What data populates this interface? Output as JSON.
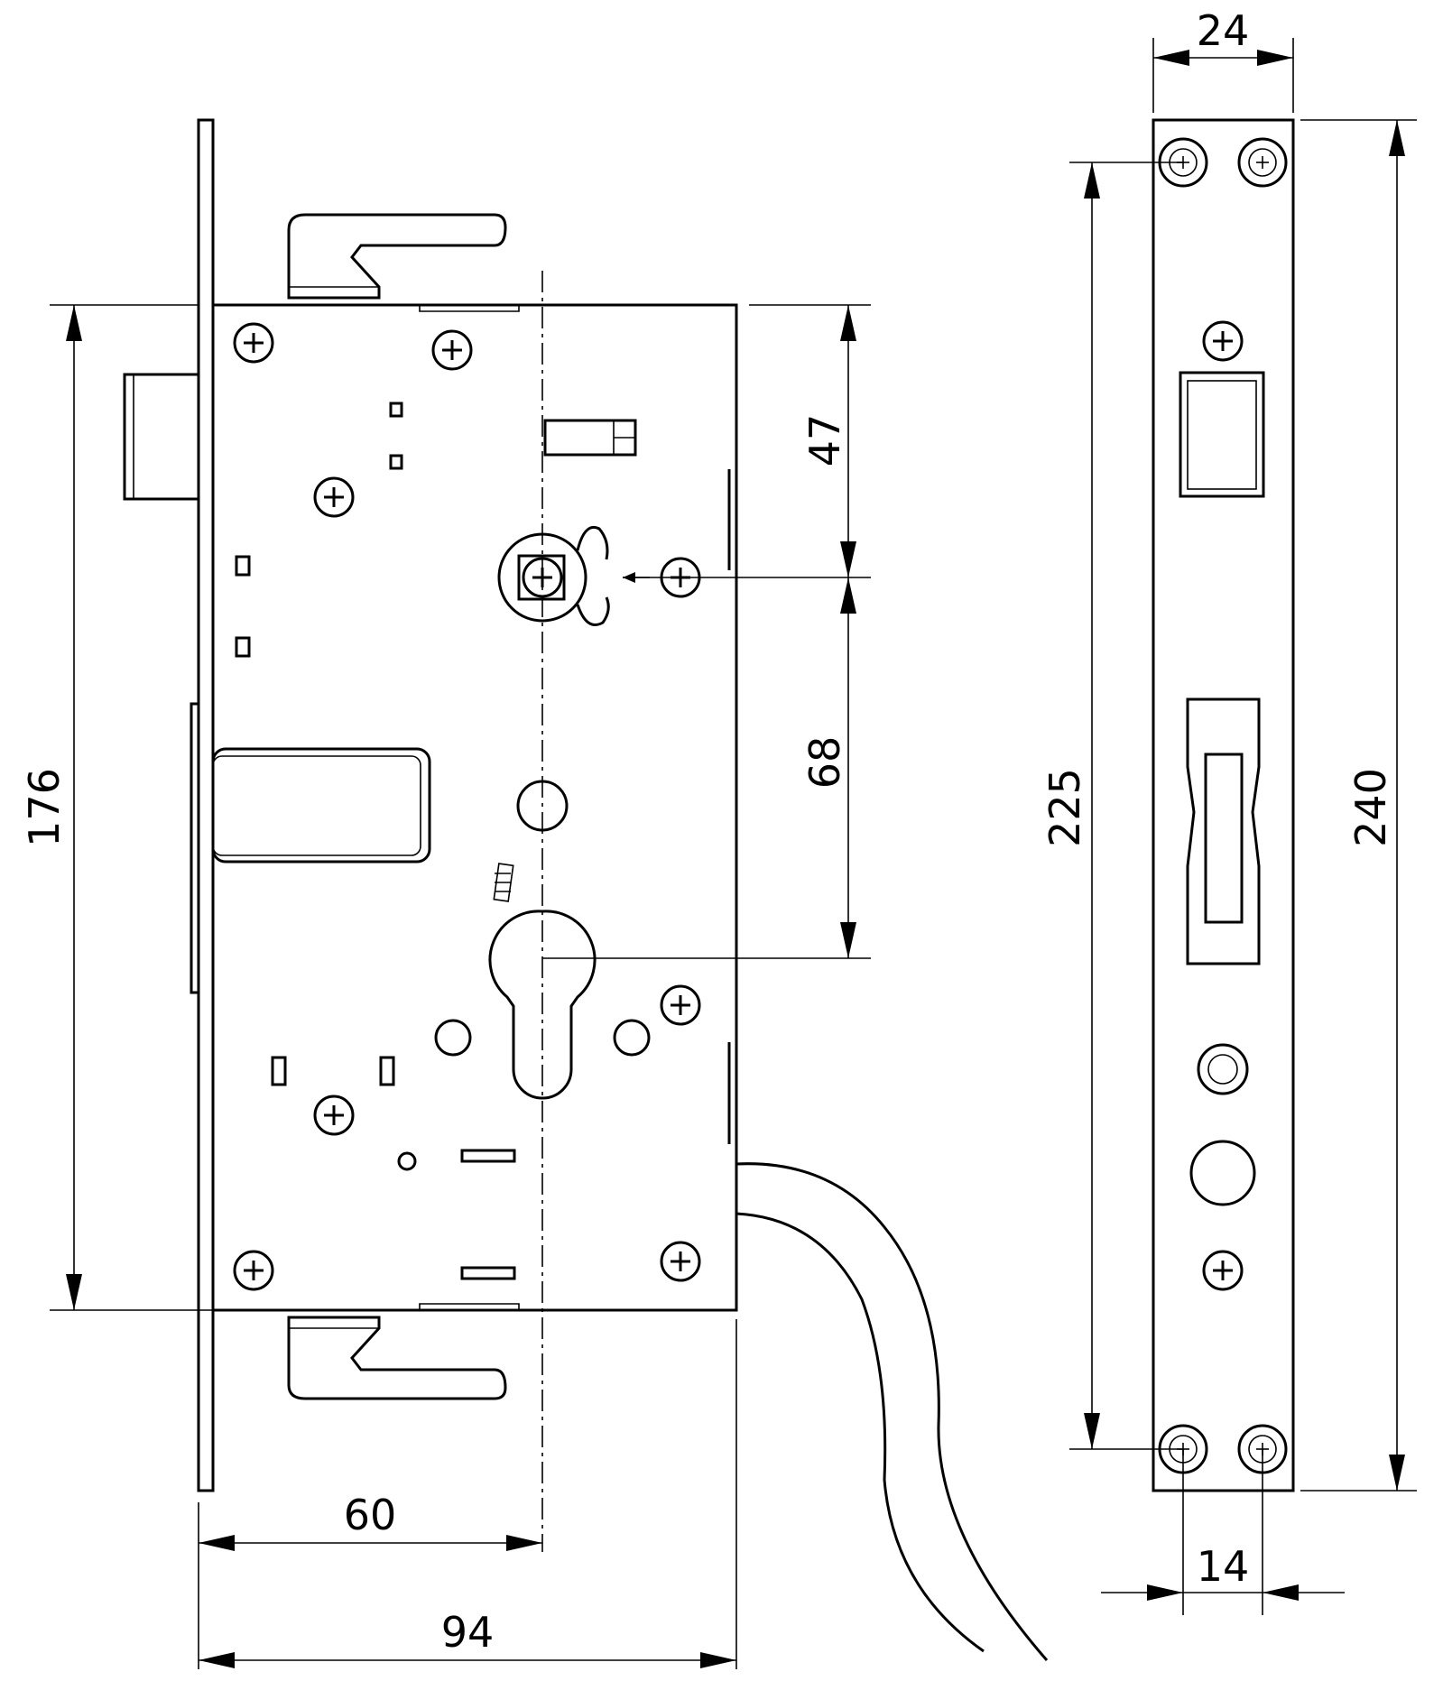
{
  "dimensions": {
    "top_width": "24",
    "left_height": "176",
    "right_upper": "47",
    "right_lower": "68",
    "faceplate_inner": "225",
    "faceplate_total": "240",
    "bottom_backset": "60",
    "bottom_total": "94",
    "faceplate_bottom": "14"
  },
  "colors": {
    "line": "#000000",
    "background": "#ffffff"
  }
}
